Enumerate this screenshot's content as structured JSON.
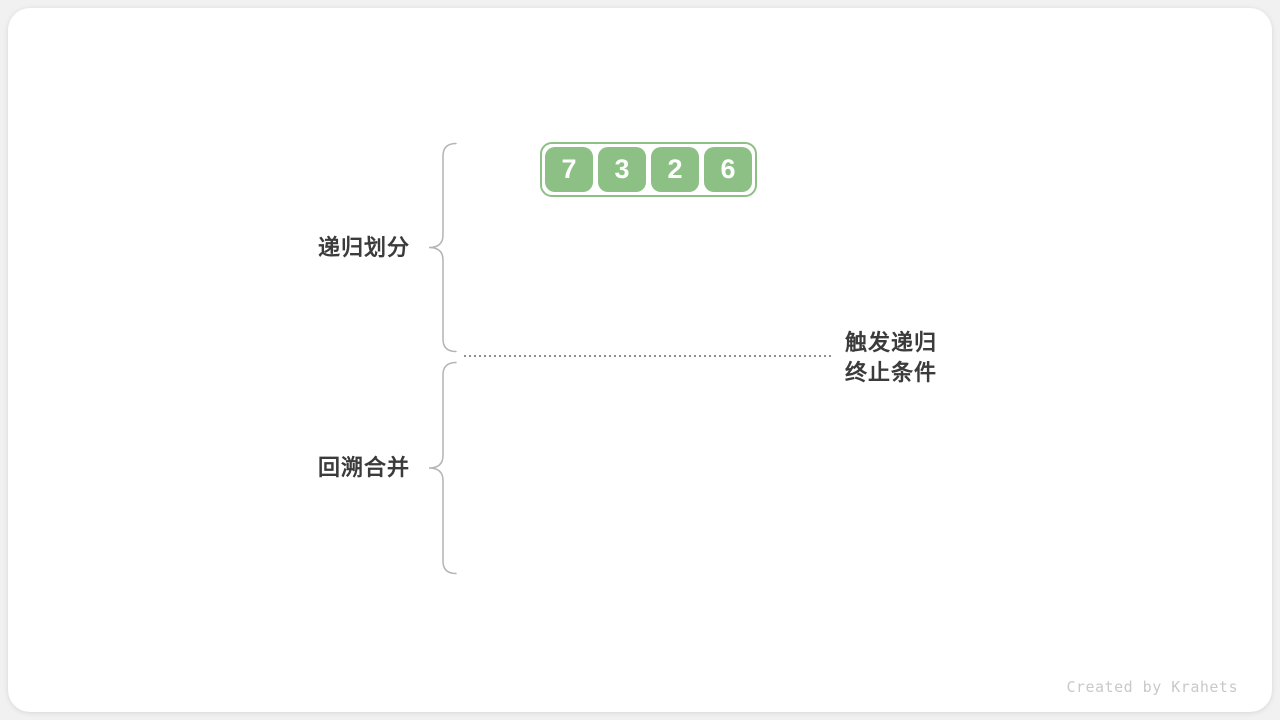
{
  "array": {
    "values": [
      "7",
      "3",
      "2",
      "6"
    ]
  },
  "labels": {
    "recursive_partition": "递归划分",
    "backtrack_merge": "回溯合并",
    "annotation_line1": "触发递归",
    "annotation_line2": "终止条件"
  },
  "footer": {
    "credit": "Created by Krahets"
  },
  "colors": {
    "page_bg": "#f1f1f1",
    "card_bg": "#ffffff",
    "cell_green": "#8cc084",
    "cell_text": "#ffffff",
    "label_text": "#3b3b3b",
    "brace_stroke": "#b4b4b4",
    "dotted_line": "#8f8f8f",
    "credit_text": "#c9c9c9"
  }
}
